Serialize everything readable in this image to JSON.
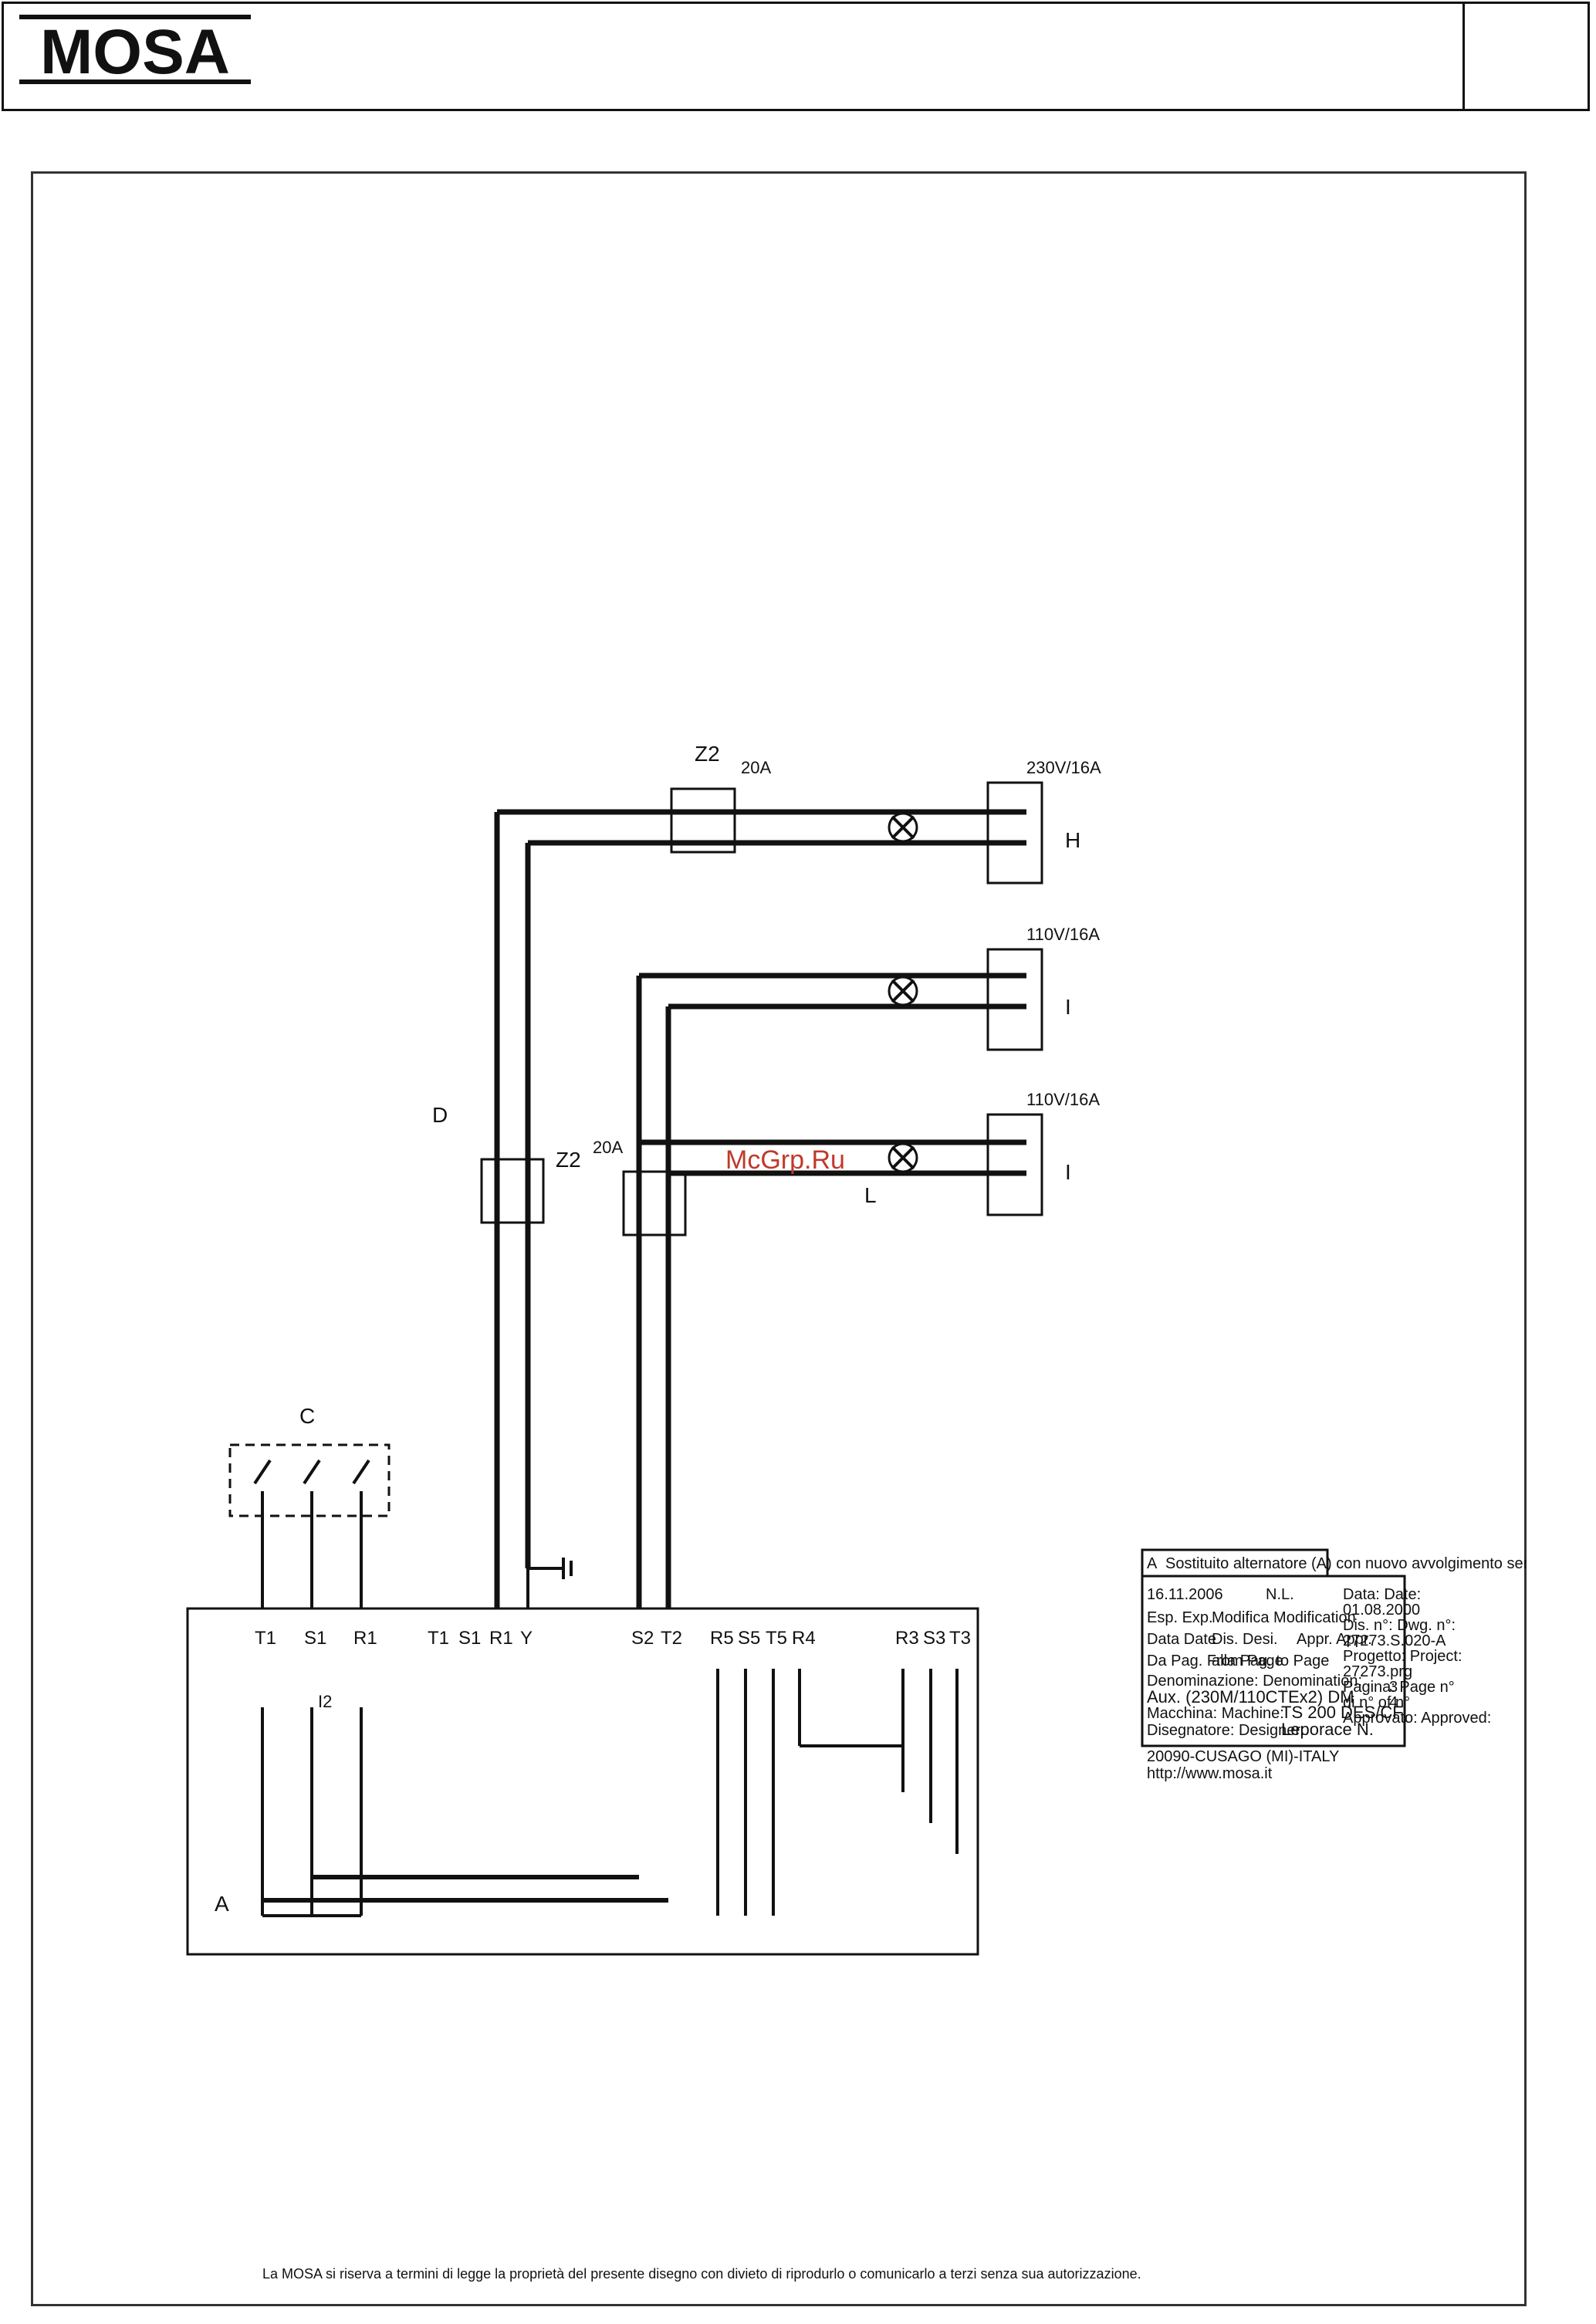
{
  "brand": "MOSA",
  "watermark": "McGrp.Ru",
  "diagram": {
    "component_labels": {
      "A": "A",
      "C": "C",
      "D": "D",
      "H": "H",
      "I1": "I",
      "I2": "I",
      "L": "L",
      "Z2a": "Z2",
      "Z2b": "Z2"
    },
    "alternator_terminals": [
      "T1",
      "S1",
      "R1",
      "T1",
      "S1",
      "R1",
      "Y",
      "S2",
      "T2",
      "R5",
      "S5",
      "T5",
      "R4",
      "R3",
      "S3",
      "T3"
    ],
    "internal_label": "I2",
    "breaker_ratings": {
      "z2a": "20A",
      "z2b": "20A"
    },
    "socket_ratings": {
      "h": "230V/16A",
      "i1": "110V/16A",
      "i2": "110V/16A"
    }
  },
  "title_block": {
    "revision_letter": "A",
    "revision_text": "Sostituito alternatore (A) con nuovo avvolgimento senza carica batteria.",
    "revision_date": "16.11.2006",
    "revision_author": "N.L.",
    "esp_label": "Esp.\nExp.",
    "modifica_label": "Modifica\nModification",
    "data_label": "Data\nDate",
    "dis_label": "Dis.\nDesi.",
    "appr_label": "Appr.\nAppr.",
    "da_pag_label": "Da Pag.\nFrom Page",
    "alla_pag_label": "alla Pag.\nto Page",
    "denominazione_label": "Denominazione:\nDenomination:",
    "denominazione_value": "Aux. (230M/110CTEx2) DM",
    "macchina_label": "Macchina:\nMachine:",
    "macchina_value": "TS 200 DES/CF",
    "disegnatore_label": "Disegnatore:\nDesigner:",
    "disegnatore_value": "Leporace N.",
    "date_label": "Data:\nDate:",
    "date_value": "01.08.2000",
    "dis_n_label": "Dis. n°:\nDwg. n°:",
    "dis_n_value": "27273.S.020-A",
    "progetto_label": "Progetto:\nProject:",
    "progetto_value": "27273.prg",
    "pagina_label": "Pagina:\nPage n°",
    "pagina_value": "3",
    "di_label": "di n°\nof n°",
    "di_value": "4",
    "approvato_label": "Approvato:\nApproved:",
    "company_address": "20090-CUSAGO (MI)-ITALY",
    "company_web": "http://www.mosa.it",
    "footer_text": "La MOSA si riserva a termini di legge la proprietà del presente disegno con divieto di riprodurlo o comunicarlo a terzi senza sua autorizzazione."
  }
}
